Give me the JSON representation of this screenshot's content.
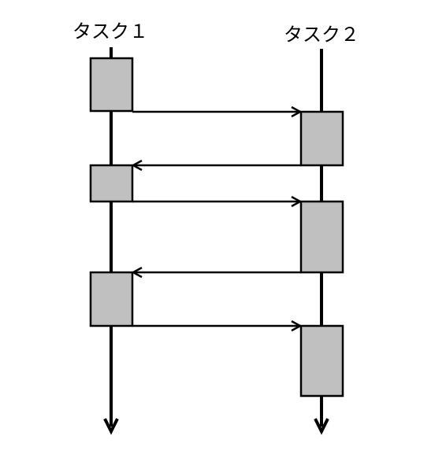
{
  "tasks": {
    "task1": {
      "label": "タスク１"
    },
    "task2": {
      "label": "タスク２"
    }
  },
  "colors": {
    "block_fill": "#c0c0c0",
    "stroke": "#000000",
    "background": "#ffffff"
  },
  "sequence": [
    {
      "from": "task1",
      "to": "task2",
      "type": "message"
    },
    {
      "from": "task2",
      "to": "task1",
      "type": "message"
    },
    {
      "from": "task1",
      "to": "task2",
      "type": "message"
    },
    {
      "from": "task2",
      "to": "task1",
      "type": "message"
    },
    {
      "from": "task1",
      "to": "task2",
      "type": "message"
    }
  ]
}
